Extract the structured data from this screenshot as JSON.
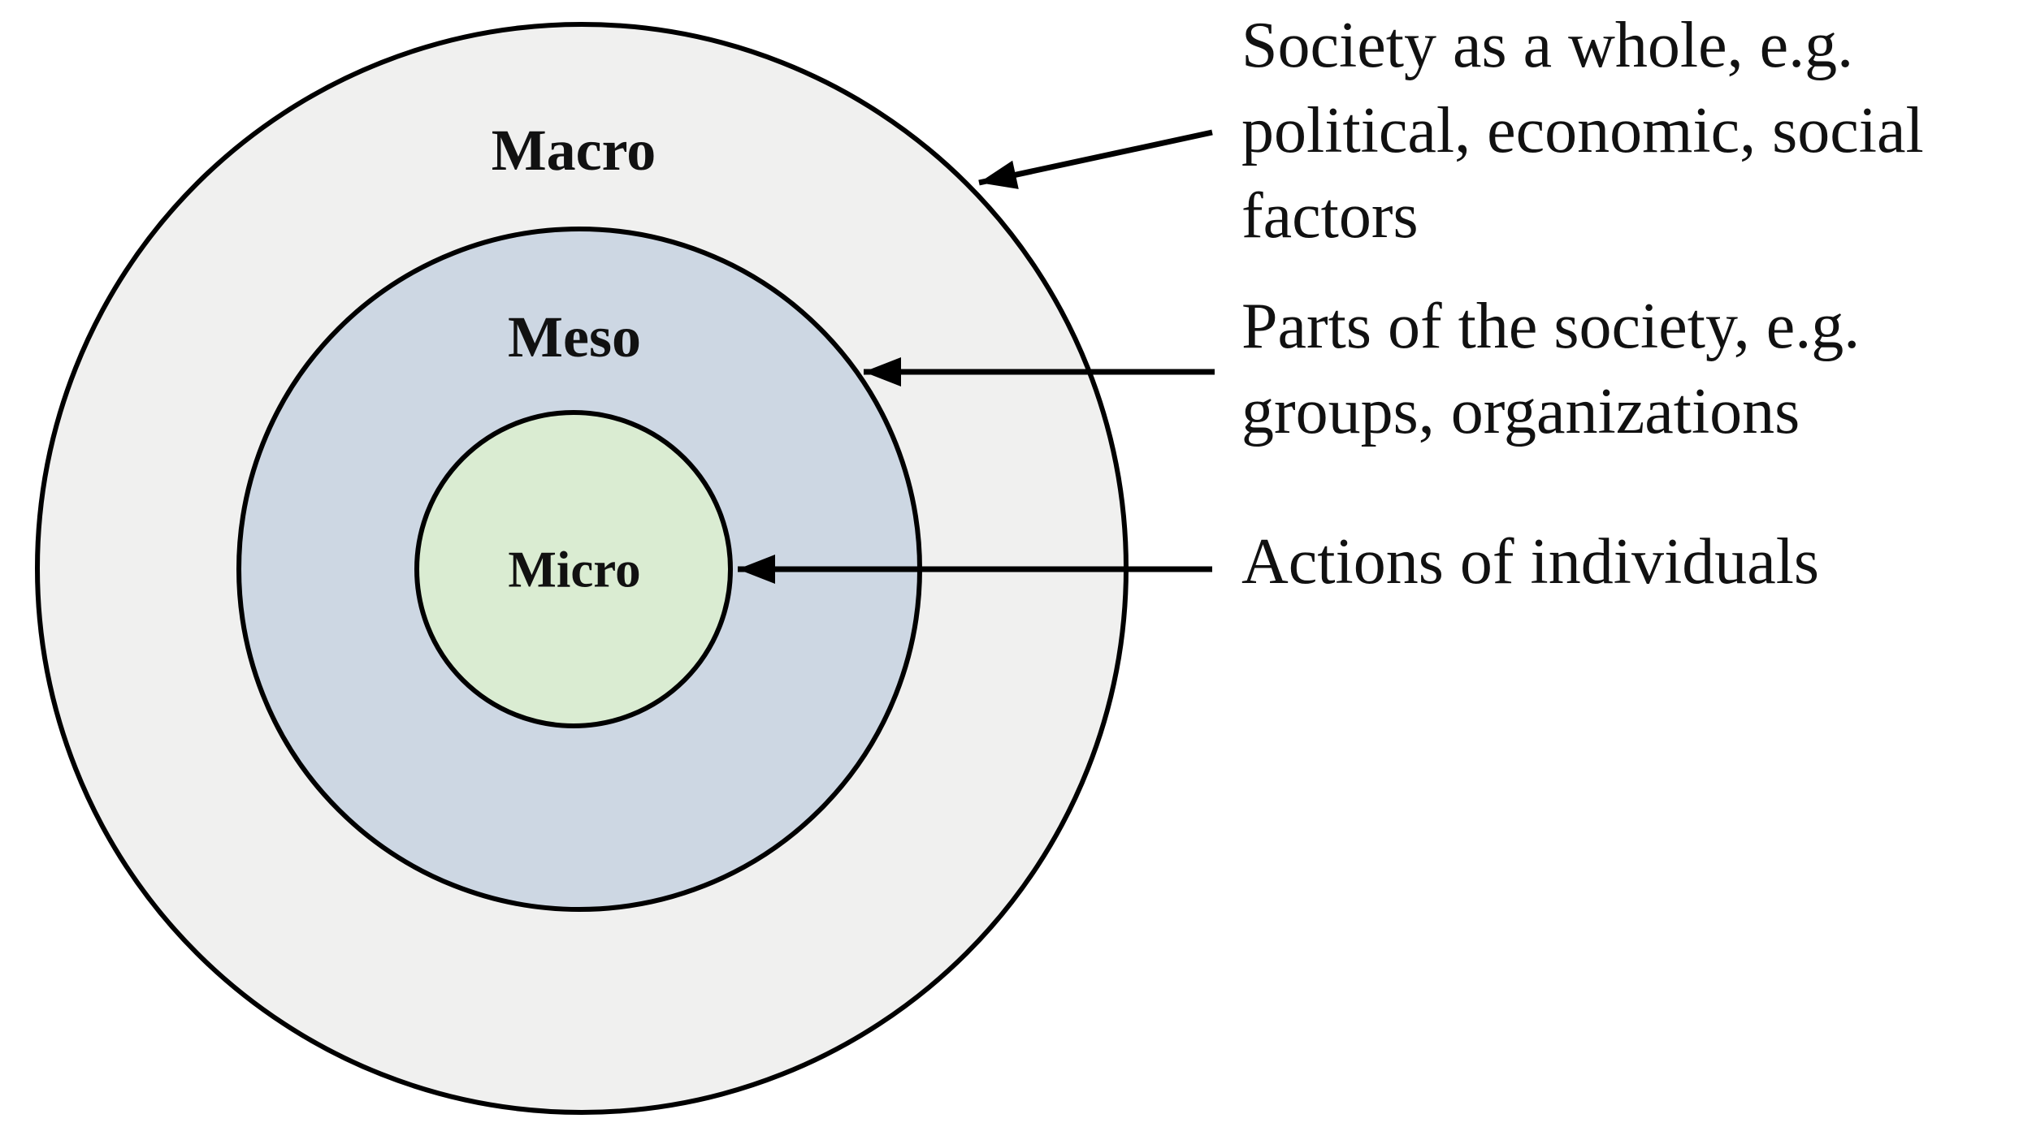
{
  "colors": {
    "macro_fill": "#f0f0ef",
    "meso_fill": "#cdd7e3",
    "micro_fill": "#daecd2",
    "stroke": "#000000",
    "text": "#111111",
    "background": "#ffffff"
  },
  "rings": [
    {
      "id": "macro",
      "label": "Macro"
    },
    {
      "id": "meso",
      "label": "Meso"
    },
    {
      "id": "micro",
      "label": "Micro"
    }
  ],
  "annotations": [
    {
      "target": "Macro",
      "lines": [
        "Society as a whole, e.g.",
        "political, economic, social",
        "factors"
      ]
    },
    {
      "target": "Meso",
      "lines": [
        "Parts of the society, e.g.",
        "groups, organizations"
      ]
    },
    {
      "target": "Micro",
      "lines": [
        "Actions of individuals"
      ]
    }
  ]
}
